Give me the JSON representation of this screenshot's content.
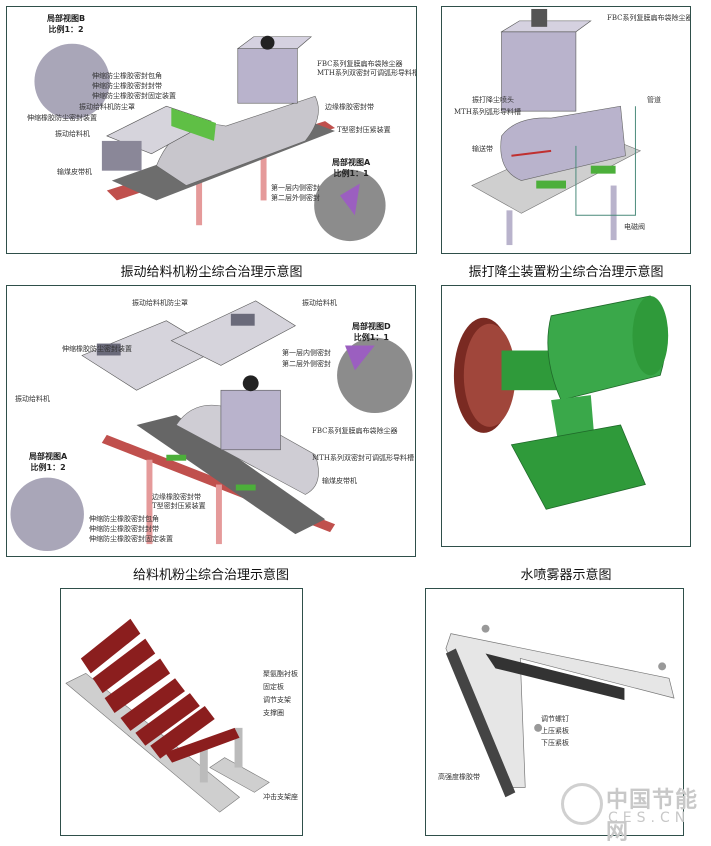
{
  "panels": [
    {
      "caption": "振动给料机粉尘综合治理示意图",
      "labels": {
        "detail_b_title": "局部视图B",
        "detail_b_scale": "比例1：2",
        "b1": "伸缩防尘橡胶密封包角",
        "b2": "伸缩防尘橡胶密封封带",
        "b3": "伸缩防尘橡胶密封固定装置",
        "fbc": "FBC系列复膜扁布袋除尘器",
        "mth": "MTH系列双密封可调弧形导料槽",
        "hood": "振动给料机防尘罩",
        "seal": "伸缩橡胶防尘密封装置",
        "feeder": "振动给料机",
        "belt": "输煤皮带机",
        "edge": "边缘橡胶密封带",
        "tseal": "T型密封压紧装置",
        "detail_a_title": "局部视图A",
        "detail_a_scale": "比例1：1",
        "a1": "第一层内侧密封",
        "a2": "第二层外侧密封"
      }
    },
    {
      "caption": "振打降尘装置粉尘综合治理示意图",
      "labels": {
        "fbc": "FBC系列复膜扁布袋除尘器",
        "nozzle": "振打降尘喷头",
        "mth": "MTH系列弧形导料槽",
        "pipe": "管道",
        "belt": "输送带",
        "valve": "电磁阀"
      }
    },
    {
      "caption": "给料机粉尘综合治理示意图",
      "labels": {
        "hood": "振动给料机防尘罩",
        "feeder_top": "振动给料机",
        "seal": "伸缩橡胶防尘密封装置",
        "feeder_left": "振动给料机",
        "detail_d_title": "局部视图D",
        "detail_d_scale": "比例1：1",
        "d1": "第一层内侧密封",
        "d2": "第二层外侧密封",
        "fbc": "FBC系列复膜扁布袋除尘器",
        "mth": "MTH系列双密封可调弧形导料槽",
        "detail_a_title": "局部视图A",
        "detail_a_scale": "比例1：2",
        "belt": "输煤皮带机",
        "edge": "边缘橡胶密封带",
        "tseal": "T型密封压紧装置",
        "a1": "伸缩防尘橡胶密封包角",
        "a2": "伸缩防尘橡胶密封封带",
        "a3": "伸缩防尘橡胶密封固定装置"
      }
    },
    {
      "caption": "水喷雾器示意图",
      "labels": {}
    },
    {
      "caption": "",
      "labels": {
        "liner": "聚氨酯衬板",
        "fixplate": "固定板",
        "adjust": "调节支架",
        "support": "支撑圈",
        "base": "冲击支架座"
      }
    },
    {
      "caption": "",
      "labels": {
        "screw": "调节螺钉",
        "upper": "上压紧板",
        "lower": "下压紧板",
        "rubber": "高强度橡胶带"
      }
    }
  ],
  "watermark": {
    "cn": "中国节能网",
    "en": "CES.CN"
  },
  "colors": {
    "border": "#2f4f4a",
    "machine": "#b9b3cc",
    "green": "#4caf3a",
    "red": "#9b2b2b",
    "rail": "#c0504d"
  }
}
